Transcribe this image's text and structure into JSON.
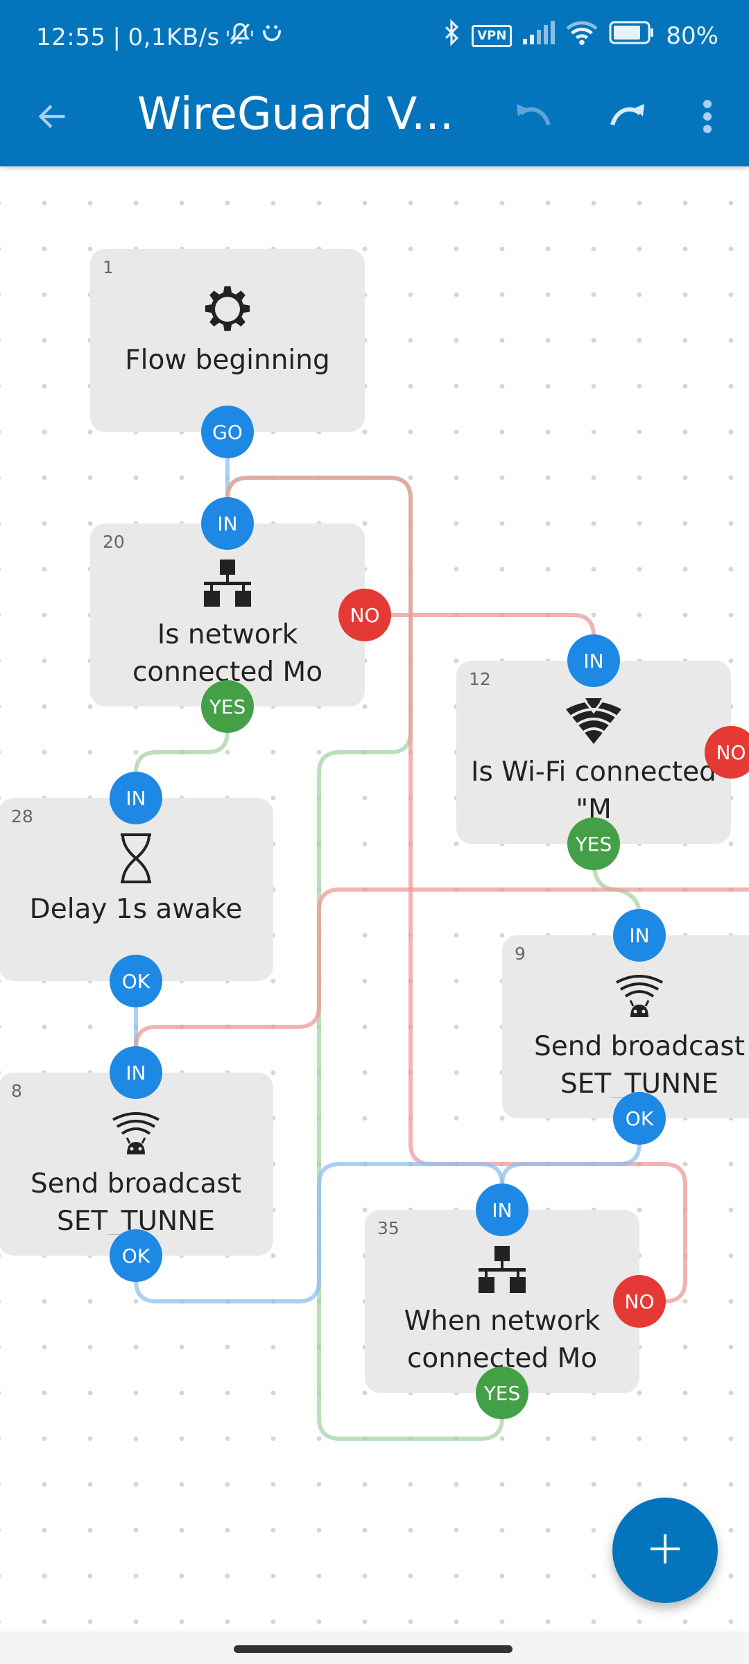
{
  "status_bar": {
    "time": "12:55",
    "network_speed": "0,1KB/s",
    "left_icons": [
      "vibrate-off-bell-icon",
      "smiley-icon"
    ],
    "right_icons": [
      "bluetooth-icon",
      "vpn-icon",
      "cell-signal-icon",
      "wifi-icon",
      "battery-icon"
    ],
    "vpn_label": "VPN",
    "battery_percent": "80%"
  },
  "toolbar": {
    "title": "WireGuard V...",
    "back_icon": "arrow-left-icon",
    "undo_icon": "undo-icon",
    "redo_icon": "redo-icon",
    "menu_icon": "more-vert-icon"
  },
  "colors": {
    "primary": "#0475bc",
    "port_blue": "#1e88e5",
    "port_red": "#e53935",
    "port_green": "#43a047",
    "wire_blue": "#a9cff3",
    "wire_red": "#f2b0b0",
    "wire_green": "#b6dbb6",
    "node_bg": "#e9e9e9"
  },
  "nodes": [
    {
      "id": "1",
      "icon": "gear-icon",
      "label": "Flow beginning",
      "ports": {
        "go": "GO"
      }
    },
    {
      "id": "20",
      "icon": "network-icon",
      "label": "Is network connected Mo",
      "ports": {
        "in": "IN",
        "no": "NO",
        "yes": "YES"
      }
    },
    {
      "id": "12",
      "icon": "wifi-signal-icon",
      "label": "Is Wi-Fi connected \"M",
      "ports": {
        "in": "IN",
        "no": "NO",
        "yes": "YES"
      }
    },
    {
      "id": "28",
      "icon": "hourglass-icon",
      "label": "Delay 1s awake",
      "ports": {
        "in": "IN",
        "ok": "OK"
      }
    },
    {
      "id": "8",
      "icon": "android-broadcast-icon",
      "label": "Send broadcast SET_TUNNE",
      "ports": {
        "in": "IN",
        "ok": "OK"
      }
    },
    {
      "id": "9",
      "icon": "android-broadcast-icon",
      "label": "Send broadcast SET_TUNNE",
      "ports": {
        "in": "IN",
        "ok": "OK"
      }
    },
    {
      "id": "35",
      "icon": "network-icon",
      "label": "When network connected Mo",
      "ports": {
        "in": "IN",
        "no": "NO",
        "yes": "YES"
      }
    }
  ],
  "connections": [
    {
      "from": "1.GO",
      "to": "20.IN",
      "color": "blue"
    },
    {
      "from": "20.NO",
      "to": "12.IN",
      "color": "red"
    },
    {
      "from": "20.YES",
      "to": "28.IN",
      "color": "green"
    },
    {
      "from": "28.OK",
      "to": "8.IN",
      "color": "blue"
    },
    {
      "from": "12.YES",
      "to": "9.IN",
      "color": "green"
    },
    {
      "from": "12.NO",
      "to": "8.IN",
      "color": "red"
    },
    {
      "from": "9.OK",
      "to": "35.IN",
      "color": "blue"
    },
    {
      "from": "8.OK",
      "to": "35.IN",
      "color": "blue"
    },
    {
      "from": "35.YES",
      "to": "20.IN",
      "color": "green"
    },
    {
      "from": "35.NO",
      "to": "20.IN",
      "color": "red"
    }
  ],
  "fab": {
    "icon": "plus-icon",
    "label": "+"
  }
}
